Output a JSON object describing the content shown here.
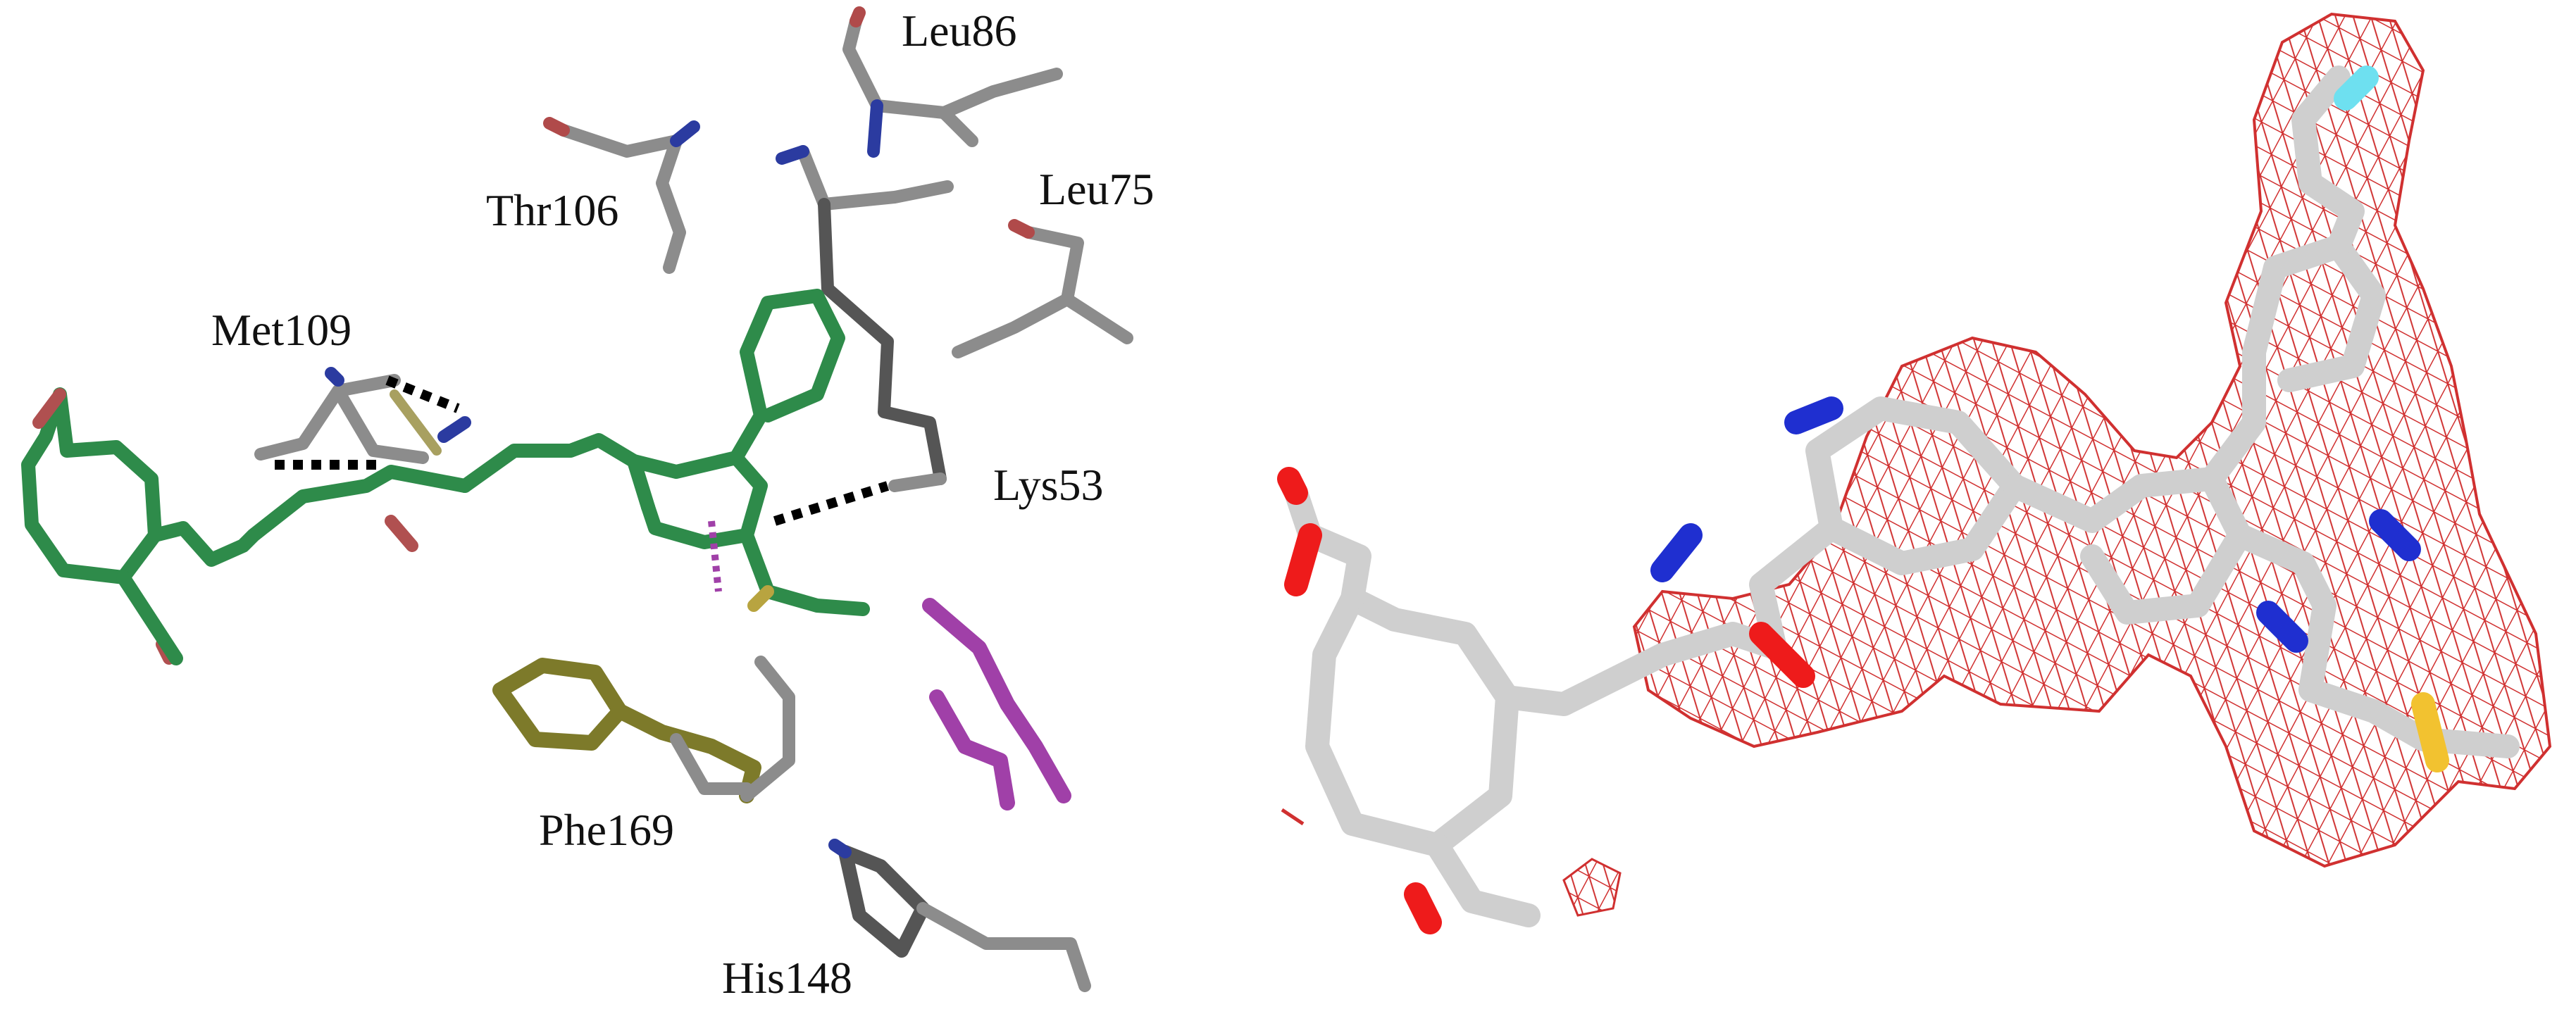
{
  "figure": {
    "left_panel": {
      "residue_labels": [
        {
          "id": "leu86",
          "text": "Leu86"
        },
        {
          "id": "thr106",
          "text": "Thr106"
        },
        {
          "id": "leu75",
          "text": "Leu75"
        },
        {
          "id": "met109",
          "text": "Met109"
        },
        {
          "id": "lys53",
          "text": "Lys53"
        },
        {
          "id": "phe169",
          "text": "Phe169"
        },
        {
          "id": "his148",
          "text": "His148"
        }
      ]
    },
    "colors": {
      "ligand_carbon": "#2e8b4a",
      "protein_carbon": "#8c8c8c",
      "nitrogen": "#1f2fd0",
      "oxygen": "#c0392b",
      "sulfur": "#d9b43a",
      "fluorine": "#6ee0f0",
      "phe_carbon": "#7d7a2a",
      "pi_contact": "#a040a8",
      "density_mesh": "#d03030",
      "model_carbon": "#cfcfcf"
    }
  }
}
